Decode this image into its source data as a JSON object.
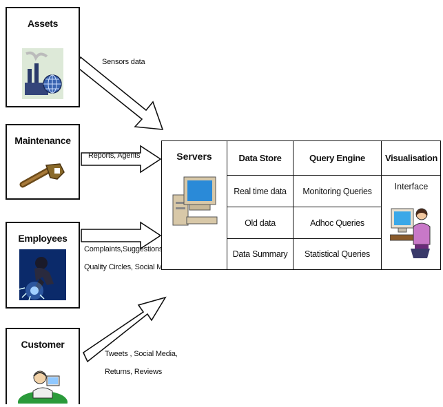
{
  "sources": [
    {
      "title": "Assets",
      "icon": "factory-globe-icon"
    },
    {
      "title": "Maintenance",
      "icon": "wrench-icon"
    },
    {
      "title": "Employees",
      "icon": "welder-icon"
    },
    {
      "title": "Customer",
      "icon": "person-at-computer-icon"
    }
  ],
  "edges": [
    {
      "from": "Assets",
      "label_lines": [
        "Sensors data"
      ]
    },
    {
      "from": "Maintenance",
      "label_lines": [
        "Reports, Agents"
      ]
    },
    {
      "from": "Employees",
      "label_lines": [
        "Complaints,Suggestions",
        "Quality Circles, Social Me"
      ]
    },
    {
      "from": "Customer",
      "label_lines": [
        "Tweets , Social Media,",
        "Returns, Reviews"
      ]
    }
  ],
  "system": {
    "servers": {
      "header": "Servers",
      "icon": "computer-icon"
    },
    "data_store": {
      "header": "Data Store",
      "items": [
        "Real time data",
        "Old data",
        "Data Summary"
      ]
    },
    "query_engine": {
      "header": "Query Engine",
      "items": [
        "Monitoring Queries",
        "Adhoc Queries",
        "Statistical Queries"
      ]
    },
    "visualisation": {
      "header": "Visualisation",
      "subtitle": "Interface",
      "icon": "user-workstation-icon"
    }
  }
}
